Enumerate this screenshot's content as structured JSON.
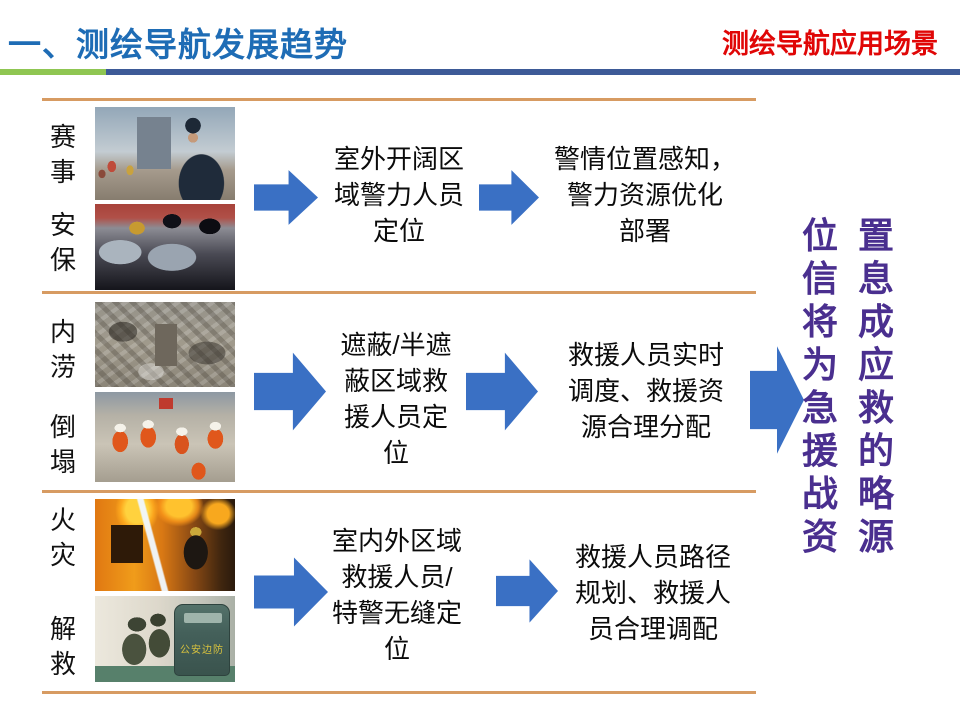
{
  "header": {
    "title": "一、测绘导航发展趋势",
    "subtitle": "测绘导航应用场景",
    "title_color": "#1E6CB5",
    "subtitle_color": "#E00606",
    "rule_green": "#8FC652",
    "rule_blue": "#3D5A97"
  },
  "colors": {
    "arrow_blue": "#3A70C4",
    "separator_orange": "#D79B62",
    "conclusion_purple": "#4A2F8F"
  },
  "rows": [
    {
      "label_top": "赛事",
      "label_bottom": "安保",
      "photo_top": "event-police-officer",
      "photo_bottom": "swat-motorcade",
      "step1": "室外开阔区\n域警力人员\n定位",
      "step2": "警情位置感知，\n警力资源优化\n部署"
    },
    {
      "label_top": "内涝",
      "label_bottom": "倒塌",
      "photo_top": "earthquake-rubble-aerial",
      "photo_bottom": "orange-rescue-workers",
      "step1": "遮蔽/半遮\n蔽区域救\n援人员定\n位",
      "step2": "救援人员实时\n调度、救援资\n源合理分配"
    },
    {
      "label_top": "火灾",
      "label_bottom": "解救",
      "photo_top": "firefighter-blaze",
      "photo_bottom": "police-shield-rescue",
      "step1": "室内外区域\n救援人员/\n特警无缝定\n位",
      "step2": "救援人员路径\n规划、救援人\n员合理调配"
    }
  ],
  "shield_text": "公安边防",
  "conclusion": {
    "text": "位置信息将成为应急救援的战略资源",
    "lines": [
      "位置",
      "信息",
      "将成",
      "为应",
      "急救",
      "援的",
      "战略",
      "资源"
    ]
  }
}
